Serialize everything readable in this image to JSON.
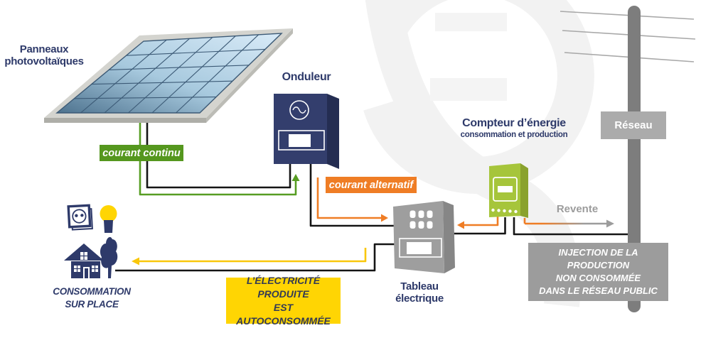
{
  "colors": {
    "navy": "#2e3a6a",
    "dc_green": "#55971e",
    "ac_orange": "#ef7d25",
    "self_yellow": "#ffd503",
    "wire_black": "#151515",
    "info_gray": "#9c9c9c",
    "pole_gray": "#7d7d7d",
    "meter_green": "#a6c53b",
    "panel_cell_blue": "#9fc4dd"
  },
  "labels": {
    "panels": "Panneaux\nphotovoltaïques",
    "inverter": "Onduleur",
    "meter_title": "Compteur d’énergie",
    "meter_subtitle": "consommation et production",
    "grid": "Réseau",
    "panelboard": "Tableau\nélectrique",
    "consumption": "CONSOMMATION\nSUR PLACE",
    "resale": "Revente"
  },
  "tags": {
    "dc": "courant continu",
    "ac": "courant alternatif",
    "self_consumed": "L’ÉLECTRICITÉ PRODUITE\nEST AUTOCONSOMMÉE",
    "injection": "INJECTION DE LA PRODUCTION\nNON CONSOMMÉE\nDANS LE RÉSEAU PUBLIC"
  },
  "icons": {
    "solar_panel": "solar-panel",
    "inverter_wave": "sine-wave-icon",
    "outlet": "power-outlet-icon",
    "bulb": "lightbulb-icon",
    "house": "house-icon",
    "tree": "tree-icon",
    "pole": "utility-pole",
    "power_lines": "power-lines"
  }
}
